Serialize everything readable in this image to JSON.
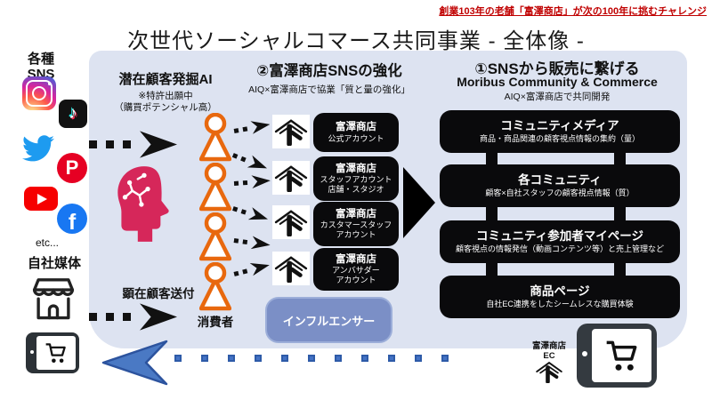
{
  "header": {
    "tagline": "創業103年の老舗「富澤商店」が次の100年に挑むチャレンジ",
    "title": "次世代ソーシャルコマース共同事業 - 全体像 -"
  },
  "left": {
    "sns_label_1": "各種",
    "sns_label_2": "SNS",
    "etc": "etc...",
    "own_media": "自社媒体",
    "icon_names": [
      "instagram-icon",
      "tiktok-icon",
      "twitter-icon",
      "pinterest-icon",
      "youtube-icon",
      "facebook-icon",
      "store-icon",
      "tablet-ec-icon"
    ],
    "icon_glyphs": {
      "tiktok": "♪",
      "pinterest": "P",
      "facebook": "f"
    }
  },
  "ai": {
    "title": "潜在顧客発掘AI",
    "note1": "※特許出願中",
    "note2": "（購買ポテンシャル高）",
    "send": "顕在顧客送付",
    "consumer": "消費者"
  },
  "sns": {
    "title": "②富澤商店SNSの強化",
    "subtitle": "AIQ×富澤商店で協業「質と量の強化」",
    "accounts": [
      {
        "l1": "富澤商店",
        "l2": "公式アカウント",
        "l3": ""
      },
      {
        "l1": "富澤商店",
        "l2": "スタッフアカウント",
        "l3": "店舗・スタジオ"
      },
      {
        "l1": "富澤商店",
        "l2": "カスタマースタッフ",
        "l3": "アカウント"
      },
      {
        "l1": "富澤商店",
        "l2": "アンバサダー",
        "l3": "アカウント"
      }
    ],
    "influencer": "インフルエンサー"
  },
  "commerce": {
    "title": "①SNSから販売に繋げる",
    "subtitle": "Moribus Community & Commerce",
    "subtitle2": "AIQ×富澤商店で共同開発",
    "banners": [
      {
        "title": "コミュニティメディア",
        "desc": "商品・商品関連の顧客視点情報の集約（量）"
      },
      {
        "title": "各コミュニティ",
        "desc": "顧客×自社スタッフの顧客視点情報（質）"
      },
      {
        "title": "コミュニティ参加者マイページ",
        "desc": "顧客視点の情報発信（動画コンテンツ等）と売上管理など"
      },
      {
        "title": "商品ページ",
        "desc": "自社EC連携をしたシームレスな購買体験"
      }
    ]
  },
  "ec": {
    "name": "富澤商店",
    "sub": "EC"
  },
  "colors": {
    "panel": "#dde3f1",
    "accent_red": "#c00000",
    "box_black": "#0a0a0c",
    "influencer_blue": "#7b8fc6",
    "person_orange": "#e8680e",
    "brain_pink": "#d6275a",
    "arrow_blue": "#4472c4"
  }
}
